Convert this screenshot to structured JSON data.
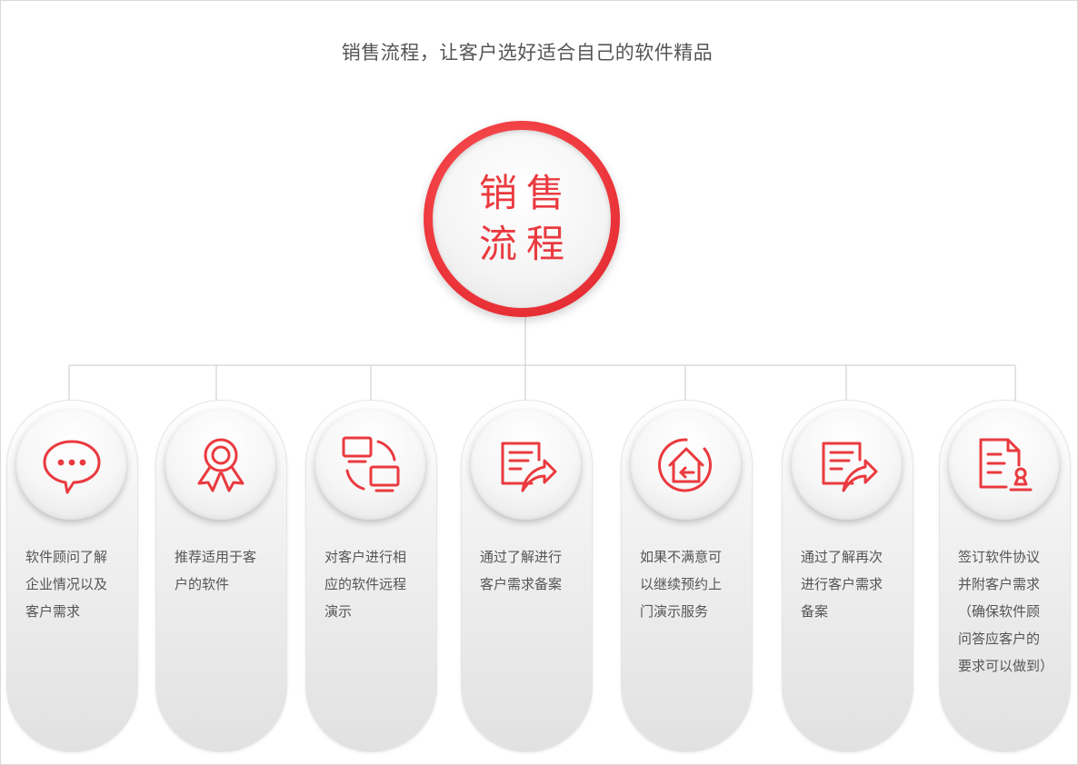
{
  "title": "销售流程，让客户选好适合自己的软件精品",
  "center": {
    "lines": [
      "销售",
      "流程"
    ]
  },
  "accent_color": "#ea3a3f",
  "steps": [
    {
      "icon": "chat-bubble-icon",
      "lines": [
        "软件顾问了解",
        "企业情况以及",
        "客户需求"
      ]
    },
    {
      "icon": "award-ribbon-icon",
      "lines": [
        "推荐适用于客",
        "户的软件"
      ]
    },
    {
      "icon": "remote-screens-icon",
      "lines": [
        "对客户进行相",
        "应的软件远程",
        "演示"
      ]
    },
    {
      "icon": "document-edit-icon",
      "lines": [
        "通过了解进行",
        "客户需求备案"
      ]
    },
    {
      "icon": "house-return-icon",
      "lines": [
        "如果不满意可",
        "以继续预约上",
        "门演示服务"
      ]
    },
    {
      "icon": "document-edit-icon",
      "lines": [
        "通过了解再次",
        "进行客户需求",
        "备案"
      ]
    },
    {
      "icon": "contract-stamp-icon",
      "lines": [
        "签订软件协议",
        "并附客户需求",
        "（确保软件顾",
        "问答应客户的",
        "要求可以做到）"
      ]
    }
  ]
}
